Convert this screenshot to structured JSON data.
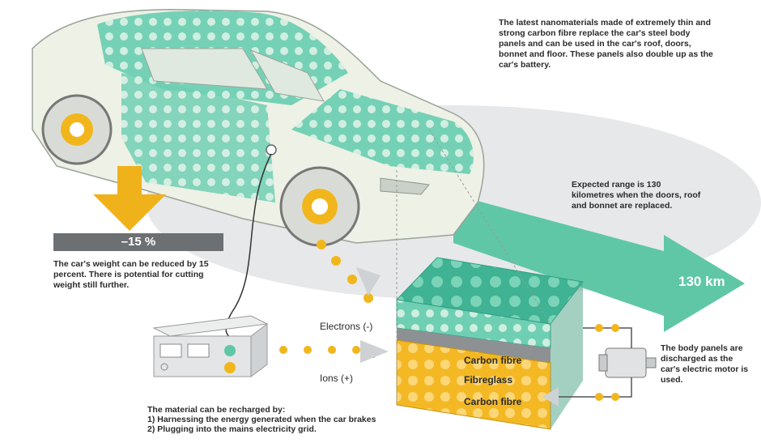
{
  "notes": {
    "top": "The latest nanomaterials made of extremely thin and strong carbon fibre replace the car's steel body panels and can be used in the car's roof, doors, bonnet and floor. These panels also double up as the car's battery.",
    "range": "Expected range is 130 kilometres when the doors, roof and bonnet are replaced.",
    "weight": "The car's weight can be reduced by 15 percent. There is potential for cutting weight still further.",
    "motor": "The body panels are discharged as the car's electric motor is used.",
    "recharge_intro": "The material can be recharged by:",
    "recharge_1": "1) Harnessing the energy generated when the car brakes",
    "recharge_2": "2) Plugging into the mains electricity grid."
  },
  "weight_badge": "–15 %",
  "range_badge": "130 km",
  "labels": {
    "electrons": "Electrons (-)",
    "ions": "Ions (+)",
    "carbon_fibre_top": "Carbon fibre",
    "fibreglass": "Fibreglass",
    "carbon_fibre_bottom": "Carbon fibre"
  },
  "colors": {
    "teal": "#5fc7a6",
    "dark_teal": "#2f9f86",
    "yellow": "#f2b61d",
    "orange_arrow": "#f0b21a",
    "grey_bar": "#6d7073",
    "car_body": "#eef1e6"
  },
  "icons": [
    "car-illustration",
    "down-arrow-icon",
    "range-arrow-icon",
    "charger-box-icon",
    "battery-layers-icon",
    "electric-motor-icon",
    "plug-cable-icon"
  ]
}
